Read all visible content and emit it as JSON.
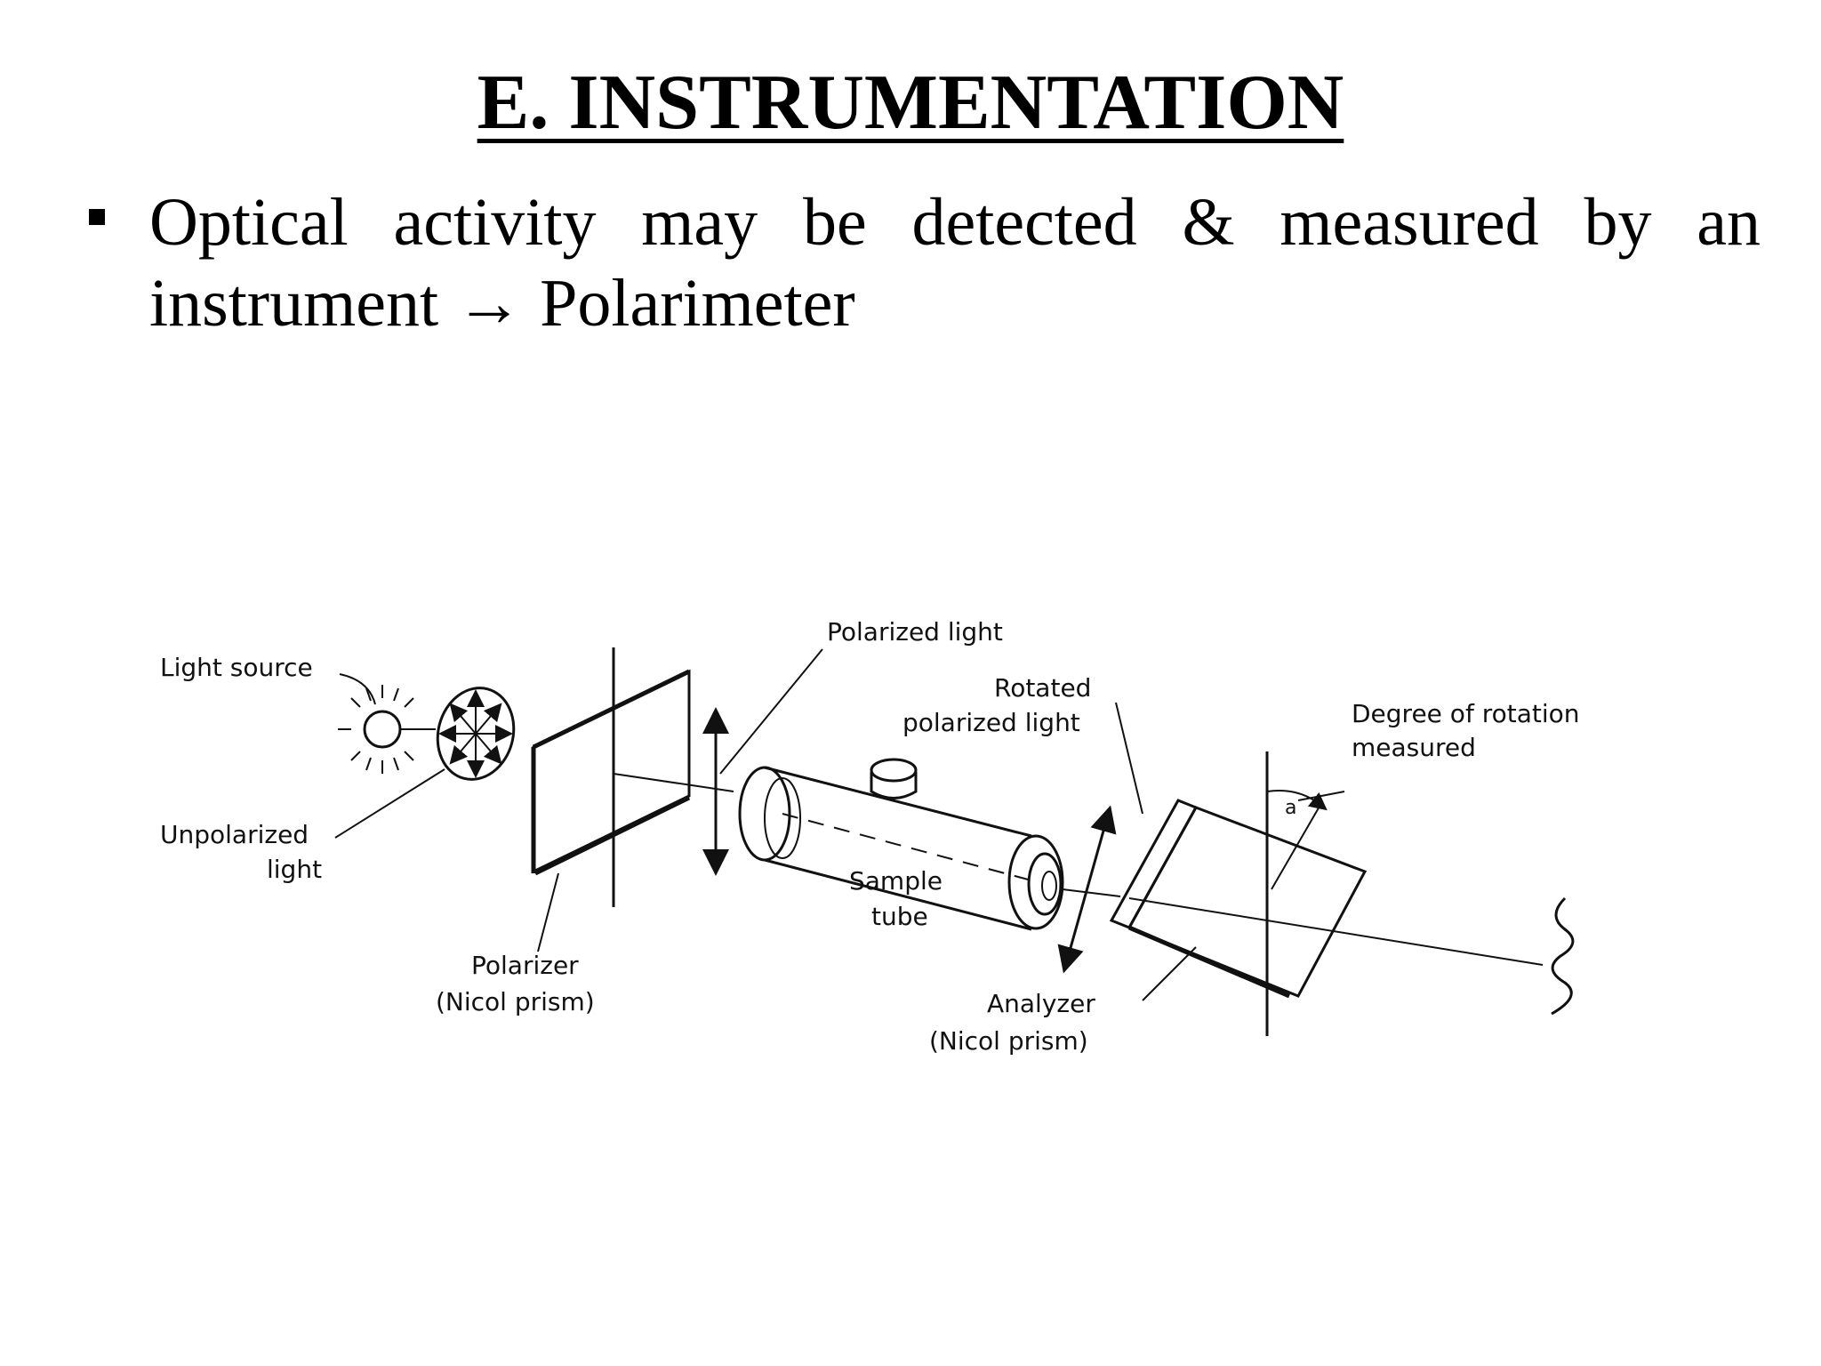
{
  "slide": {
    "title": "E. INSTRUMENTATION",
    "bullet_text": "Optical activity may be detected & measured by an instrument → Polarimeter"
  },
  "diagram": {
    "labels": {
      "light_source": "Light source",
      "unpolarized_1": "Unpolarized",
      "unpolarized_2": "light",
      "polarizer_1": "Polarizer",
      "polarizer_2": "(Nicol prism)",
      "polarized_light": "Polarized light",
      "rotated_1": "Rotated",
      "rotated_2": "polarized light",
      "sample_1": "Sample",
      "sample_2": "tube",
      "degree_1": "Degree of rotation",
      "degree_2": "measured",
      "analyzer_1": "Analyzer",
      "analyzer_2": "(Nicol prism)",
      "alpha": "a"
    }
  }
}
